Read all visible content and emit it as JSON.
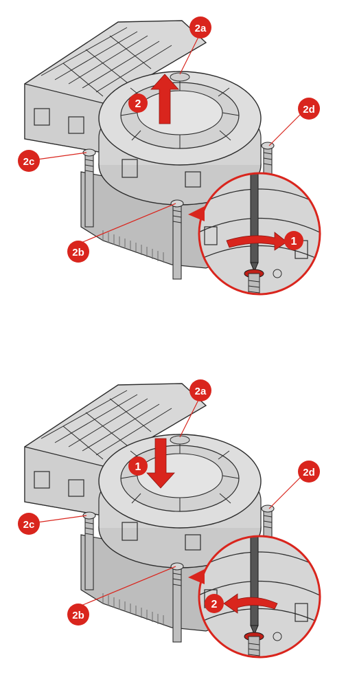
{
  "colors": {
    "callout_red": "#d9251d",
    "body_light": "#dcdcdc",
    "body_mid": "#c2c2c2",
    "outline": "#2b2b2b",
    "magnifier_ring": "#d9251d"
  },
  "panels": [
    {
      "labels": {
        "top": "2a",
        "left_front": "2b",
        "left_back": "2c",
        "right_back": "2d",
        "step_main": "2",
        "step_detail": "1"
      },
      "main_arrow": "up-arrow-icon",
      "detail_arrow": "curved-arrow-right-icon"
    },
    {
      "labels": {
        "top": "2a",
        "left_front": "2b",
        "left_back": "2c",
        "right_back": "2d",
        "step_main": "1",
        "step_detail": "2"
      },
      "main_arrow": "down-arrow-icon",
      "detail_arrow": "curved-arrow-left-icon"
    }
  ]
}
